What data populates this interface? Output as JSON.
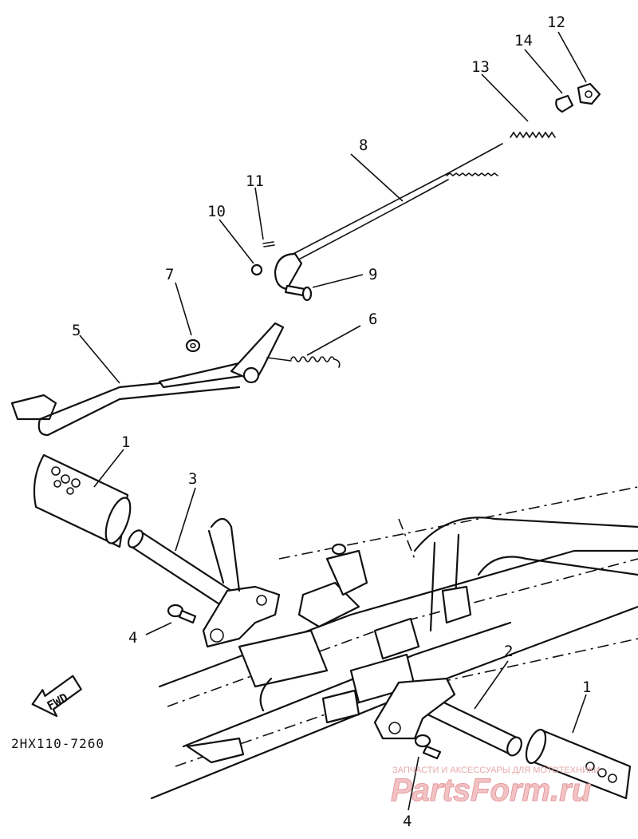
{
  "diagram_code": "2HX110-7260",
  "fwd_label": "FWD",
  "watermark": {
    "caption": "ЗАПЧАСТИ И АКСЕССУАРЫ ДЛЯ МОТОТЕХНИКИ",
    "brand": "PartsForm.ru"
  },
  "callouts": {
    "p1_left": "1",
    "p1_right": "1",
    "p2": "2",
    "p3": "3",
    "p4_left": "4",
    "p4_right": "4",
    "p5": "5",
    "p6": "6",
    "p7": "7",
    "p8": "8",
    "p9": "9",
    "p10": "10",
    "p11": "11",
    "p12": "12",
    "p13": "13",
    "p14": "14"
  }
}
